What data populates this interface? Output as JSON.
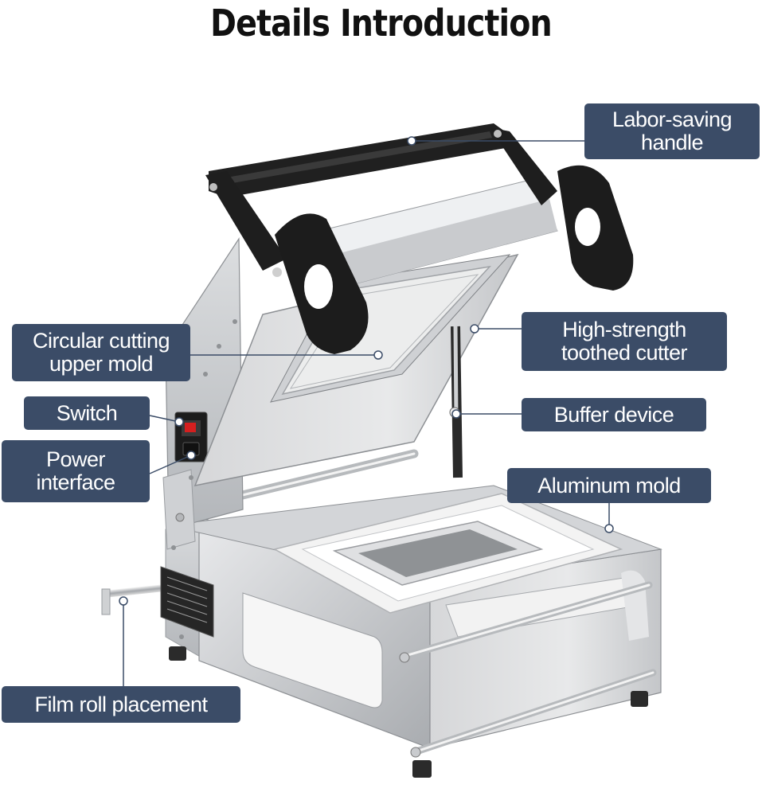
{
  "title": "Details Introduction",
  "accent_color": "#3b4c67",
  "labels": {
    "handle": [
      "Labor-saving",
      "handle"
    ],
    "cutter": [
      "High-strength",
      "toothed cutter"
    ],
    "buffer": "Buffer device",
    "aluminum": "Aluminum mold",
    "upper_mold": [
      "Circular cutting",
      "upper mold"
    ],
    "switch": "Switch",
    "power": [
      "Power",
      "interface"
    ],
    "film": "Film roll placement"
  },
  "image_subject": "tray-sealing-machine-illustration"
}
